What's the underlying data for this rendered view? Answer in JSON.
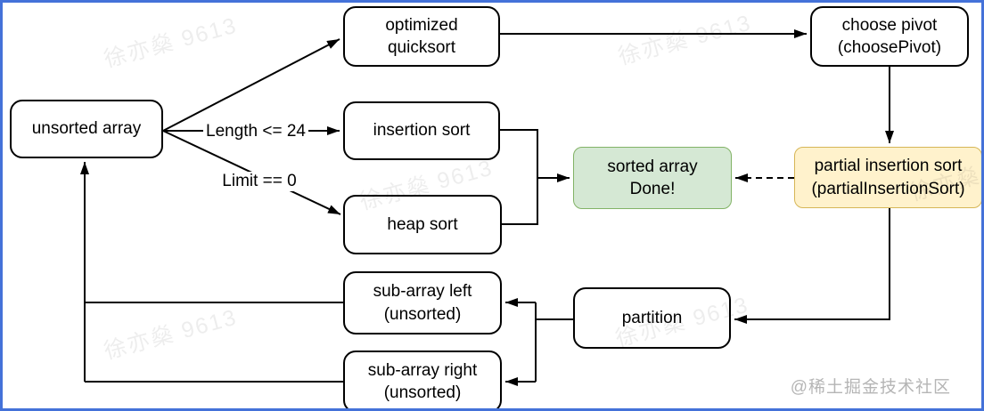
{
  "diagram": {
    "title": "optimized quicksort flowchart",
    "nodes": {
      "unsorted_array": {
        "label": "unsorted array"
      },
      "optimized_quicksort": {
        "label": "optimized\nquicksort"
      },
      "insertion_sort": {
        "label": "insertion sort"
      },
      "heap_sort": {
        "label": "heap sort"
      },
      "sub_array_left": {
        "label": "sub-array left\n(unsorted)"
      },
      "sub_array_right": {
        "label": "sub-array right\n(unsorted)"
      },
      "partition": {
        "label": "partition"
      },
      "choose_pivot": {
        "label": "choose pivot\n(choosePivot)"
      },
      "sorted_array": {
        "label": "sorted array\nDone!",
        "fill": "#d5e8d4",
        "border": "#82b366"
      },
      "partial_insertion_sort": {
        "label": "partial insertion sort\n(partialInsertionSort)",
        "fill": "#fff2cc",
        "border": "#d6b656"
      }
    },
    "edge_labels": {
      "length_condition": "Length <= 24",
      "limit_condition": "Limit == 0"
    },
    "colors": {
      "frame_border": "#4472d9",
      "node_border": "#000000",
      "node_fill": "#ffffff",
      "green_fill": "#d5e8d4",
      "green_border": "#82b366",
      "yellow_fill": "#fff2cc",
      "yellow_border": "#d6b656",
      "line": "#000000",
      "watermark": "#ececec",
      "credit": "#b5b5b5"
    }
  },
  "watermark": {
    "text": "徐亦燊 9613"
  },
  "credit": {
    "text": "@稀土掘金技术社区"
  }
}
